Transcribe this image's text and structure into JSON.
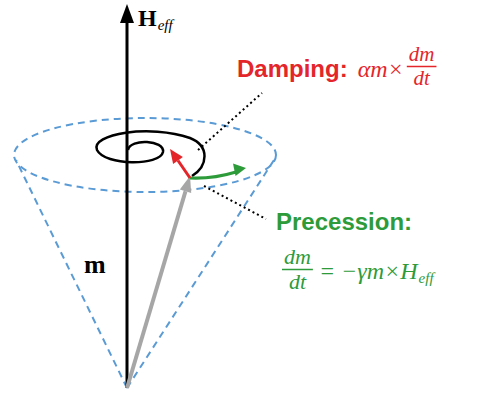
{
  "diagram": {
    "labels": [
      "H",
      "eff",
      "Damping:",
      "αm×",
      "dm",
      "dt",
      "m",
      "Precession:",
      "dm",
      "dt",
      "= −γm×H",
      "eff"
    ]
  }
}
